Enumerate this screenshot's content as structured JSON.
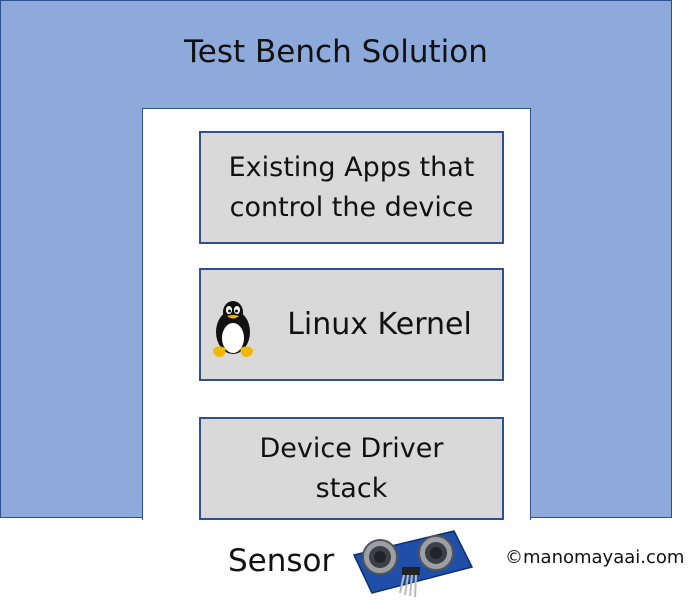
{
  "title": "Test Bench Solution",
  "boxes": {
    "apps": "Existing Apps that control the device",
    "kernel": "Linux Kernel",
    "driver": "Device Driver stack"
  },
  "sensor_label": "Sensor",
  "copyright": "©manomayaai.com",
  "colors": {
    "frame": "#8eaadb",
    "frame_border": "#2f528f",
    "box_fill": "#d9d9d9"
  },
  "icons": [
    "linux-tux-icon",
    "ultrasonic-sensor-icon"
  ]
}
